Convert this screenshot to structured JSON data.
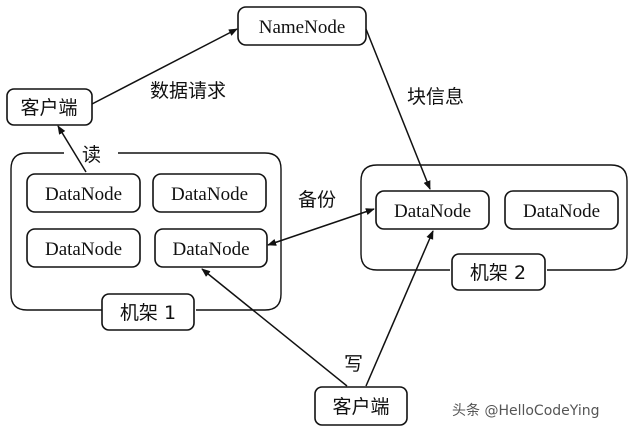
{
  "namenode": {
    "label": "NameNode"
  },
  "client_top": {
    "label": "客户端"
  },
  "client_bottom": {
    "label": "客户端"
  },
  "edges": {
    "data_request": "数据请求",
    "block_info": "块信息",
    "read": "读",
    "backup": "备份",
    "write": "写"
  },
  "rack1": {
    "label": "机架 1",
    "datanodes": [
      "DataNode",
      "DataNode",
      "DataNode",
      "DataNode"
    ]
  },
  "rack2": {
    "label": "机架 2",
    "datanodes": [
      "DataNode",
      "DataNode"
    ]
  },
  "watermark": "头条 @HelloCodeYing"
}
